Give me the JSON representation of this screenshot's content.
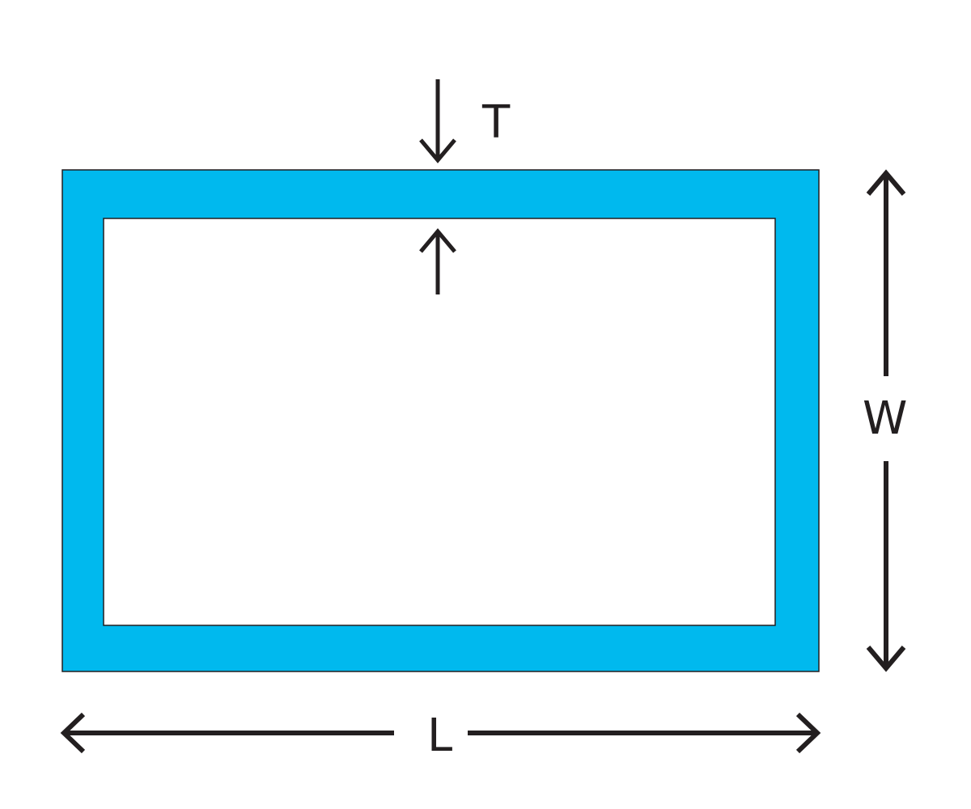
{
  "labels": {
    "thickness": "T",
    "width": "W",
    "length": "L"
  },
  "colors": {
    "tube": "#00b9ee",
    "inner": "#ffffff",
    "outline": "#231f20",
    "arrow": "#231f20"
  }
}
